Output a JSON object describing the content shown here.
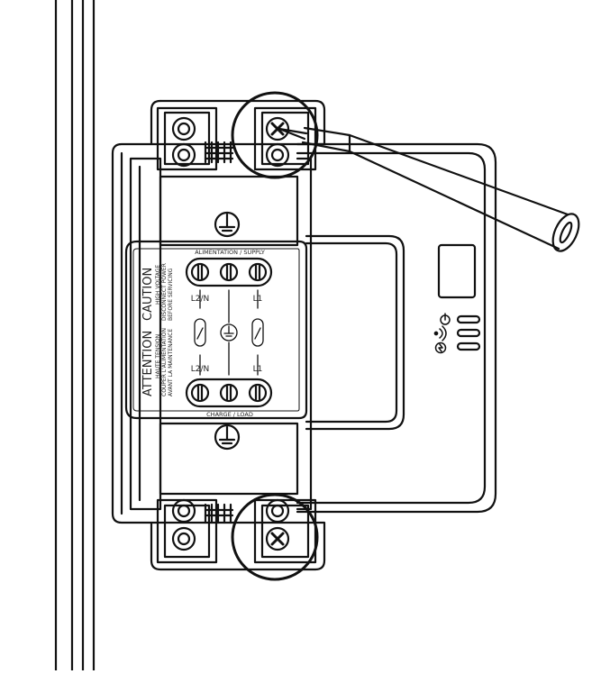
{
  "diagram": {
    "supply_label": "ALIMENTATION / SUPPLY",
    "load_label": "CHARGE / LOAD",
    "terminal_l2n_top": "L2/N",
    "terminal_l1_top": "L1",
    "terminal_l2n_bottom": "L2/N",
    "terminal_l1_bottom": "L1",
    "attention": "ATTENTION",
    "haute_tension": "HAUTE TENSION",
    "couper": "COUPER L'ALIMENTATION",
    "avant": "AVANT LA MAINTENANCE",
    "caution": "CAUTION",
    "high_voltage": "HIGH VOLTAGE",
    "disconnect": "DISCONNECT POWER",
    "before": "BEFORE SERVICING"
  },
  "icons": [
    "ground-symbol-icon",
    "screw-icon",
    "screwdriver-icon",
    "switch-symbol-icon",
    "wifi-icon",
    "power-icon",
    "led-indicator-icon"
  ]
}
